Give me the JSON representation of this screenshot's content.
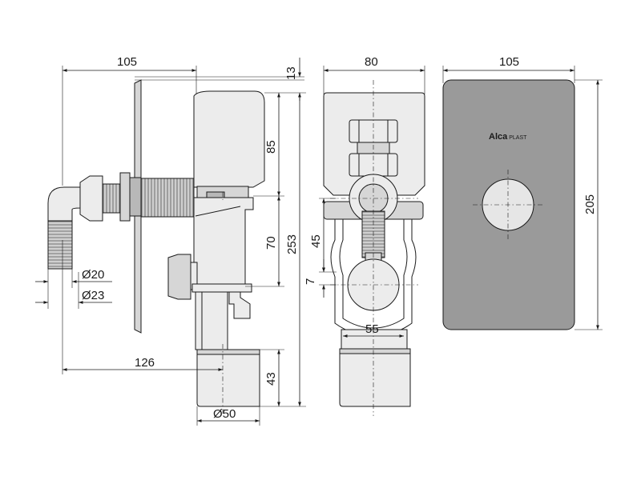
{
  "brand": {
    "name": "Alca",
    "suffix": "PLAST"
  },
  "dimensions": {
    "side_width_top": "105",
    "side_plate_depth": "13",
    "side_cap_height": "85",
    "side_mid_height": "70",
    "side_total_height": "253",
    "side_hose_small": "Ø20",
    "side_hose_large": "Ø23",
    "side_offset": "126",
    "side_bottom_height": "43",
    "side_outlet_diameter": "Ø50",
    "front_width": "80",
    "front_inlet_height": "45",
    "front_gap": "7",
    "front_inner_width": "55",
    "cover_width": "105",
    "cover_height": "205"
  }
}
